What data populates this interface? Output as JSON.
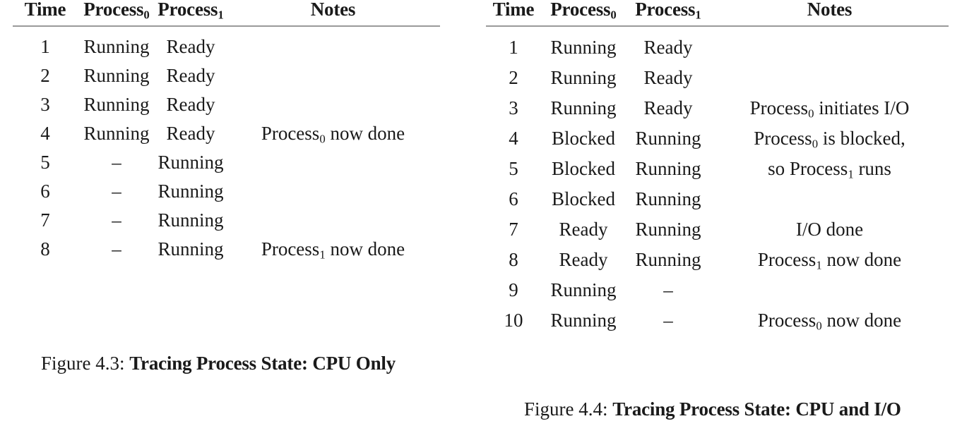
{
  "figures": [
    {
      "id": "figure-4-3",
      "caption_label": "Figure 4.3:",
      "caption_title": "Tracing Process State: CPU Only",
      "columns": [
        "Time",
        "Process",
        "Process",
        "Notes"
      ],
      "column_headers": [
        {
          "text": "Time",
          "sub": ""
        },
        {
          "text": "Process",
          "sub": "0"
        },
        {
          "text": "Process",
          "sub": "1"
        },
        {
          "text": "Notes",
          "sub": ""
        }
      ],
      "rows": [
        {
          "time": "1",
          "process0": "Running",
          "process1": "Ready",
          "note_pre": "",
          "note_sub": "",
          "note_post": ""
        },
        {
          "time": "2",
          "process0": "Running",
          "process1": "Ready",
          "note_pre": "",
          "note_sub": "",
          "note_post": ""
        },
        {
          "time": "3",
          "process0": "Running",
          "process1": "Ready",
          "note_pre": "",
          "note_sub": "",
          "note_post": ""
        },
        {
          "time": "4",
          "process0": "Running",
          "process1": "Ready",
          "note_pre": "Process",
          "note_sub": "0",
          "note_post": " now done"
        },
        {
          "time": "5",
          "process0": "–",
          "process1": "Running",
          "note_pre": "",
          "note_sub": "",
          "note_post": ""
        },
        {
          "time": "6",
          "process0": "–",
          "process1": "Running",
          "note_pre": "",
          "note_sub": "",
          "note_post": ""
        },
        {
          "time": "7",
          "process0": "–",
          "process1": "Running",
          "note_pre": "",
          "note_sub": "",
          "note_post": ""
        },
        {
          "time": "8",
          "process0": "–",
          "process1": "Running",
          "note_pre": "Process",
          "note_sub": "1",
          "note_post": " now done"
        }
      ]
    },
    {
      "id": "figure-4-4",
      "caption_label": "Figure 4.4:",
      "caption_title": "Tracing Process State: CPU and I/O",
      "column_headers": [
        {
          "text": "Time",
          "sub": ""
        },
        {
          "text": "Process",
          "sub": "0"
        },
        {
          "text": "Process",
          "sub": "1"
        },
        {
          "text": "Notes",
          "sub": ""
        }
      ],
      "rows": [
        {
          "time": "1",
          "process0": "Running",
          "process1": "Ready",
          "note_pre": "",
          "note_sub": "",
          "note_post": ""
        },
        {
          "time": "2",
          "process0": "Running",
          "process1": "Ready",
          "note_pre": "",
          "note_sub": "",
          "note_post": ""
        },
        {
          "time": "3",
          "process0": "Running",
          "process1": "Ready",
          "note_pre": "Process",
          "note_sub": "0",
          "note_post": " initiates I/O"
        },
        {
          "time": "4",
          "process0": "Blocked",
          "process1": "Running",
          "note_pre": "Process",
          "note_sub": "0",
          "note_post": " is blocked,"
        },
        {
          "time": "5",
          "process0": "Blocked",
          "process1": "Running",
          "note_pre": "so Process",
          "note_sub": "1",
          "note_post": " runs"
        },
        {
          "time": "6",
          "process0": "Blocked",
          "process1": "Running",
          "note_pre": "",
          "note_sub": "",
          "note_post": ""
        },
        {
          "time": "7",
          "process0": "Ready",
          "process1": "Running",
          "note_pre": "I/O done",
          "note_sub": "",
          "note_post": ""
        },
        {
          "time": "8",
          "process0": "Ready",
          "process1": "Running",
          "note_pre": "Process",
          "note_sub": "1",
          "note_post": " now done"
        },
        {
          "time": "9",
          "process0": "Running",
          "process1": "–",
          "note_pre": "",
          "note_sub": "",
          "note_post": ""
        },
        {
          "time": "10",
          "process0": "Running",
          "process1": "–",
          "note_pre": "Process",
          "note_sub": "0",
          "note_post": " now done"
        }
      ]
    }
  ],
  "style": {
    "background": "#ffffff",
    "text_color": "#1a1a1a",
    "rule_color": "#9a9a9a"
  }
}
